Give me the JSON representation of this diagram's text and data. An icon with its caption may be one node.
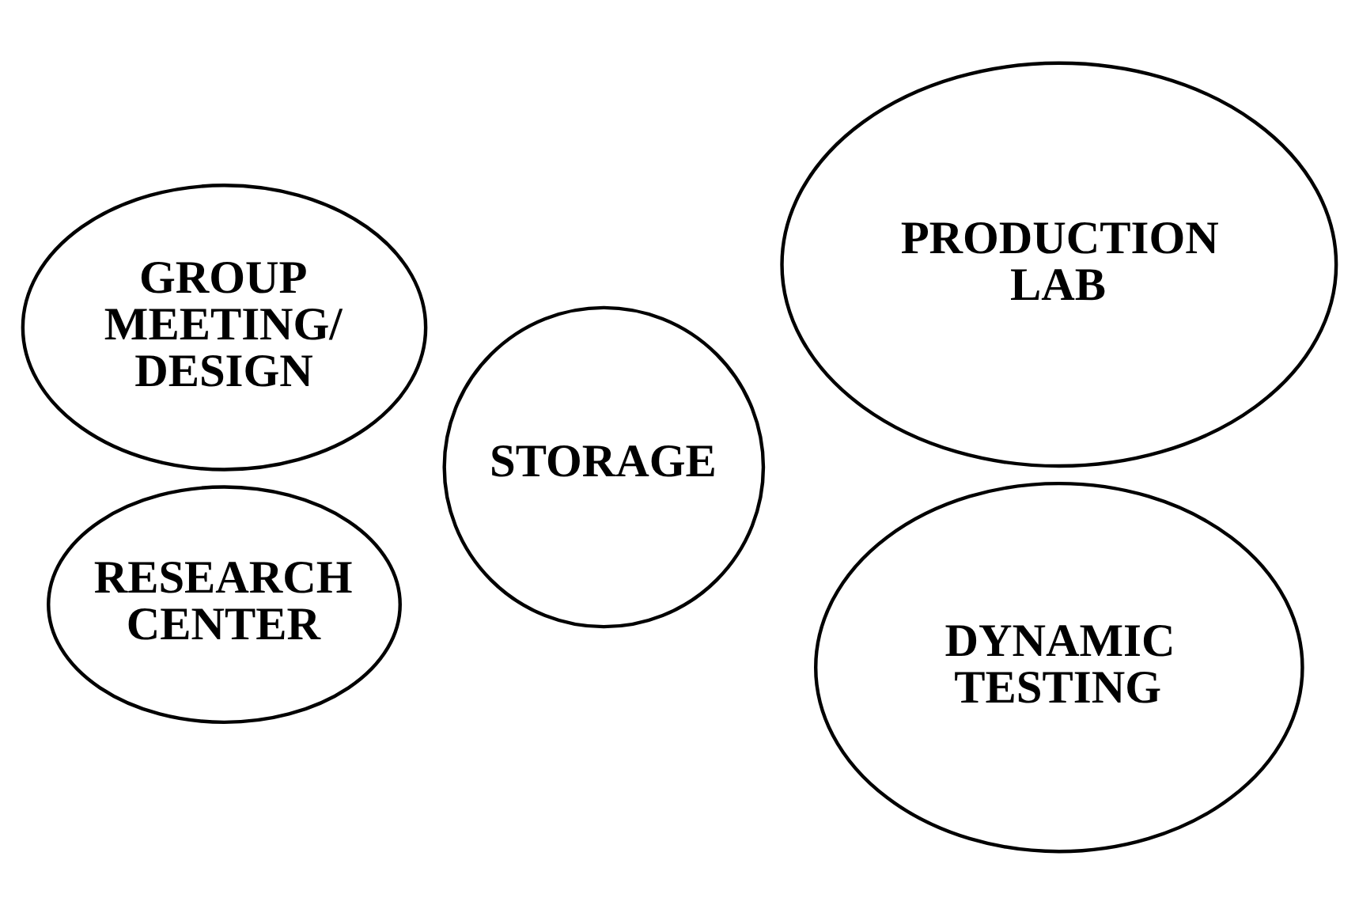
{
  "diagram": {
    "nodes": [
      {
        "text": [
          "GROUP MEETING/ DESIGN"
        ]
      },
      {
        "text": [
          "RESEARCH CENTER"
        ]
      },
      {
        "text": [
          "STORAGE"
        ]
      },
      {
        "text": [
          "PRODUCTION LAB"
        ]
      },
      {
        "text": [
          "DYNAMIC TESTING"
        ]
      }
    ]
  }
}
